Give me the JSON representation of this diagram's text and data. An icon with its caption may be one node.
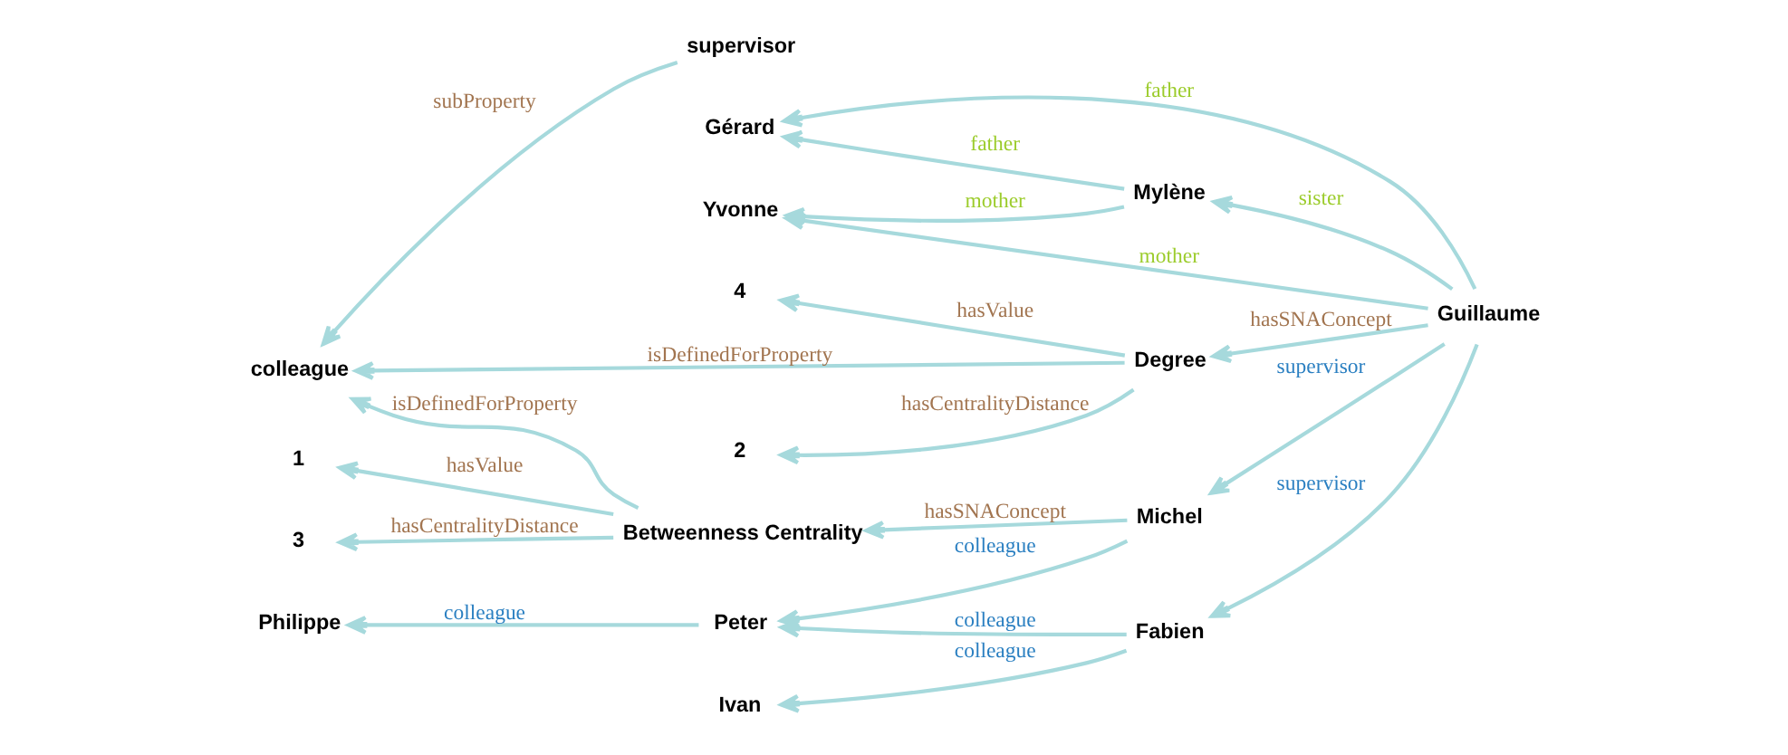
{
  "diagram": {
    "nodes": [
      {
        "text": [
          "2"
        ]
      },
      {
        "text": [
          "4"
        ]
      },
      {
        "text": [
          "Gérard"
        ]
      },
      {
        "text": [
          "Mylène"
        ]
      },
      {
        "text": [
          "Degree"
        ]
      },
      {
        "text": [
          "colleague"
        ]
      },
      {
        "text": [
          "Guillaume"
        ]
      },
      {
        "text": [
          "Yvonne"
        ]
      },
      {
        "text": [
          "supervisor"
        ]
      },
      {
        "text": [
          "Betweenness Centrality"
        ]
      },
      {
        "text": [
          "Michel"
        ]
      },
      {
        "text": [
          "Fabien"
        ]
      },
      {
        "text": [
          "1"
        ]
      },
      {
        "text": [
          "3"
        ]
      },
      {
        "text": [
          "Philippe"
        ]
      },
      {
        "text": [
          "Peter"
        ]
      },
      {
        "text": [
          "Ivan"
        ]
      }
    ],
    "edges": [
      {
        "from": 4,
        "to": 0,
        "arrow": "to",
        "label": "hasCentralityDistance"
      },
      {
        "from": 4,
        "to": 1,
        "arrow": "to",
        "label": "hasValue"
      },
      {
        "from": 4,
        "to": 5,
        "arrow": "to",
        "label": "isDefinedForProperty"
      },
      {
        "from": 3,
        "to": 2,
        "arrow": "to",
        "label": "father"
      },
      {
        "from": 6,
        "to": 2,
        "arrow": "to",
        "label": "father"
      },
      {
        "from": 6,
        "to": 3,
        "arrow": "to",
        "label": "sister"
      },
      {
        "from": 3,
        "to": 7,
        "arrow": "to",
        "label": "mother"
      },
      {
        "from": 6,
        "to": 4,
        "arrow": "to",
        "label": "hasSNAConcept"
      },
      {
        "from": 6,
        "to": 7,
        "arrow": "to",
        "label": "mother"
      },
      {
        "from": 8,
        "to": 5,
        "arrow": "to",
        "label": "subProperty"
      },
      {
        "from": 9,
        "to": 5,
        "arrow": "to",
        "label": "isDefinedForProperty"
      },
      {
        "from": 6,
        "to": 10,
        "arrow": "to",
        "label": "supervisor"
      },
      {
        "from": 6,
        "to": 11,
        "arrow": "to",
        "label": "supervisor"
      },
      {
        "from": 10,
        "to": 9,
        "arrow": "to",
        "label": "hasSNAConcept"
      },
      {
        "from": 9,
        "to": 12,
        "arrow": "to",
        "label": "hasValue"
      },
      {
        "from": 9,
        "to": 13,
        "arrow": "to",
        "label": "hasCentralityDistance"
      },
      {
        "from": 10,
        "to": 15,
        "arrow": "to",
        "label": "colleague"
      },
      {
        "from": 11,
        "to": 15,
        "arrow": "to",
        "label": "colleague"
      },
      {
        "from": 11,
        "to": 16,
        "arrow": "to",
        "label": "colleague"
      },
      {
        "from": 15,
        "to": 14,
        "arrow": "to",
        "label": "colleague"
      }
    ]
  }
}
